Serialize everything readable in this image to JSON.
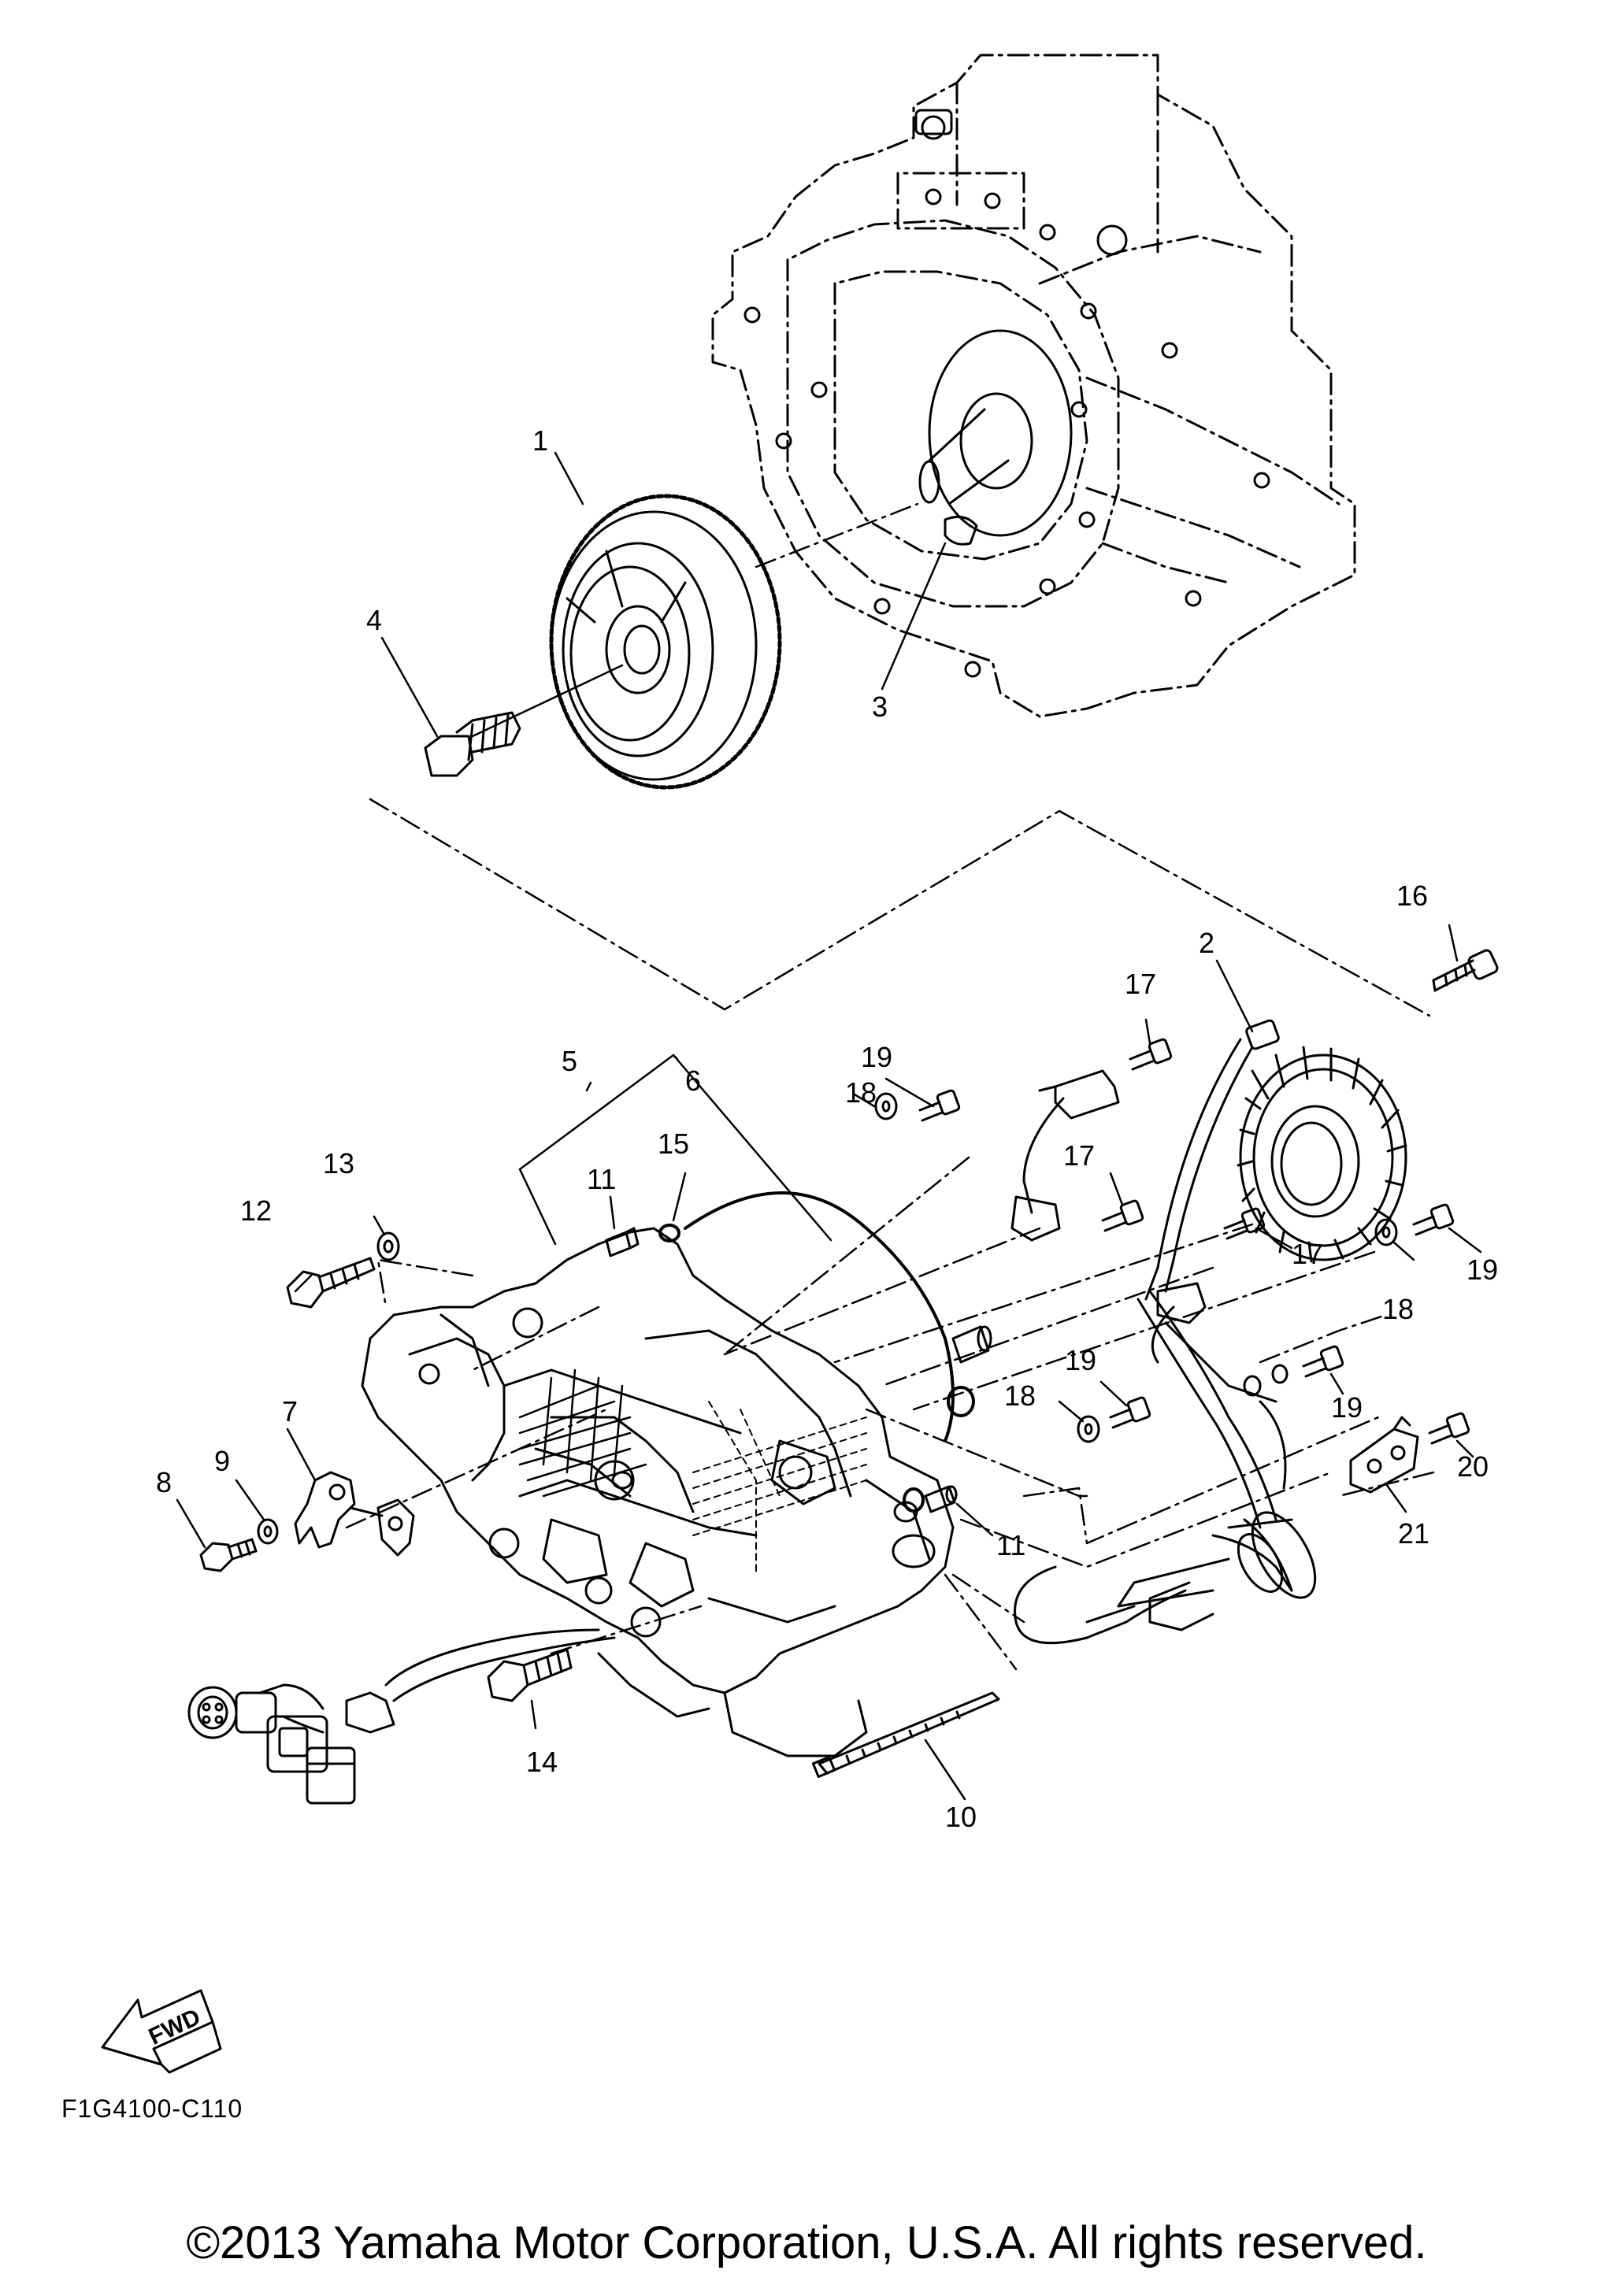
{
  "diagram": {
    "callouts": [
      {
        "id": "c1",
        "label": "1"
      },
      {
        "id": "c2",
        "label": "2"
      },
      {
        "id": "c3",
        "label": "3"
      },
      {
        "id": "c4",
        "label": "4"
      },
      {
        "id": "c5",
        "label": "5"
      },
      {
        "id": "c6",
        "label": "6"
      },
      {
        "id": "c7",
        "label": "7"
      },
      {
        "id": "c8",
        "label": "8"
      },
      {
        "id": "c9",
        "label": "9"
      },
      {
        "id": "c10",
        "label": "10"
      },
      {
        "id": "c11a",
        "label": "11"
      },
      {
        "id": "c11b",
        "label": "11"
      },
      {
        "id": "c12",
        "label": "12"
      },
      {
        "id": "c13",
        "label": "13"
      },
      {
        "id": "c14",
        "label": "14"
      },
      {
        "id": "c15",
        "label": "15"
      },
      {
        "id": "c16",
        "label": "16"
      },
      {
        "id": "c17a",
        "label": "17"
      },
      {
        "id": "c17b",
        "label": "17"
      },
      {
        "id": "c17c",
        "label": "17"
      },
      {
        "id": "c18a",
        "label": "18"
      },
      {
        "id": "c18b",
        "label": "18"
      },
      {
        "id": "c18c",
        "label": "18"
      },
      {
        "id": "c19a",
        "label": "19"
      },
      {
        "id": "c19b",
        "label": "19"
      },
      {
        "id": "c19c",
        "label": "19"
      },
      {
        "id": "c19d",
        "label": "19"
      },
      {
        "id": "c20",
        "label": "20"
      },
      {
        "id": "c21",
        "label": "21"
      }
    ],
    "fwd_label": "FWD",
    "reference_code": "F1G4100-C110",
    "copyright": "©2013 Yamaha Motor Corporation, U.S.A. All rights reserved."
  }
}
